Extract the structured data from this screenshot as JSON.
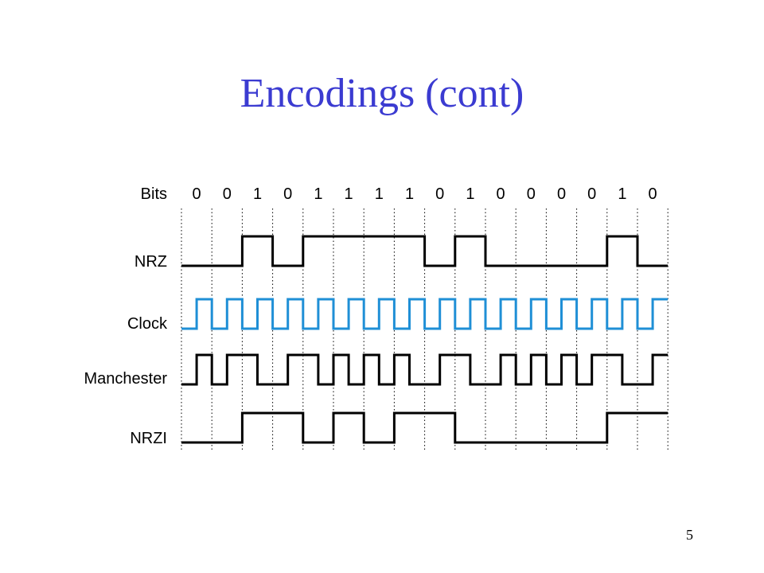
{
  "slide": {
    "title": "Encodings (cont)",
    "page_number": "5"
  },
  "diagram": {
    "bits_label": "Bits",
    "bits": [
      "0",
      "0",
      "1",
      "0",
      "1",
      "1",
      "1",
      "1",
      "0",
      "1",
      "0",
      "0",
      "0",
      "0",
      "1",
      "0"
    ],
    "rows": [
      {
        "id": "nrz",
        "label": "NRZ",
        "color": "#000000",
        "levels": [
          0,
          0,
          1,
          0,
          1,
          1,
          1,
          1,
          0,
          1,
          0,
          0,
          0,
          0,
          1,
          0
        ]
      },
      {
        "id": "clock",
        "label": "Clock",
        "color": "#1f8fd6",
        "half_levels": [
          0,
          1,
          0,
          1,
          0,
          1,
          0,
          1,
          0,
          1,
          0,
          1,
          0,
          1,
          0,
          1,
          0,
          1,
          0,
          1,
          0,
          1,
          0,
          1,
          0,
          1,
          0,
          1,
          0,
          1,
          0,
          1
        ]
      },
      {
        "id": "manchester",
        "label": "Manchester",
        "color": "#000000",
        "half_levels": [
          0,
          1,
          0,
          1,
          1,
          0,
          0,
          1,
          1,
          0,
          1,
          0,
          1,
          0,
          1,
          0,
          0,
          1,
          1,
          0,
          0,
          1,
          0,
          1,
          0,
          1,
          0,
          1,
          1,
          0,
          0,
          1
        ]
      },
      {
        "id": "nrzi",
        "label": "NRZI",
        "color": "#000000",
        "levels": [
          0,
          0,
          1,
          1,
          0,
          1,
          0,
          1,
          1,
          0,
          0,
          0,
          0,
          0,
          1,
          1
        ]
      }
    ]
  }
}
